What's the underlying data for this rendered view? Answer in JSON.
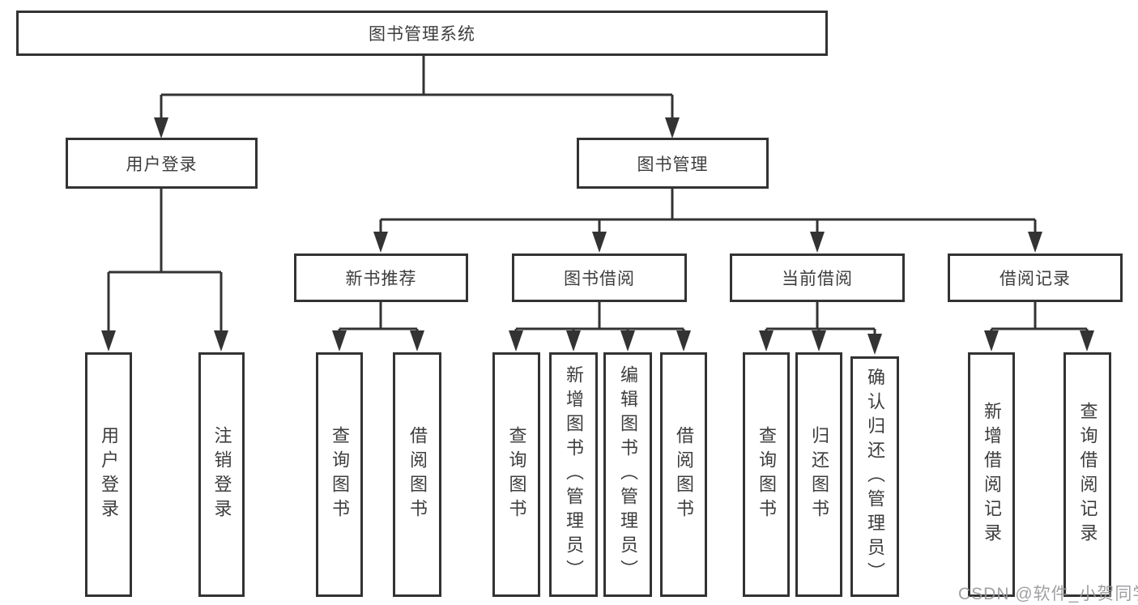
{
  "diagram": {
    "title": "图书管理系统",
    "watermark": "CSDN @软件_小贺同学",
    "colors": {
      "line": "#333333",
      "box_border": "#333333",
      "text": "#3d3d3d",
      "watermark": "#98989c",
      "background": "#ffffff"
    },
    "nodes": {
      "root": {
        "label": "图书管理系统"
      },
      "level2": [
        {
          "label": "用户登录",
          "parent": "图书管理系统"
        },
        {
          "label": "图书管理",
          "parent": "图书管理系统"
        }
      ],
      "level3": [
        {
          "label": "新书推荐",
          "parent": "图书管理"
        },
        {
          "label": "图书借阅",
          "parent": "图书管理"
        },
        {
          "label": "当前借阅",
          "parent": "图书管理"
        },
        {
          "label": "借阅记录",
          "parent": "图书管理"
        }
      ],
      "leaves": [
        {
          "label": "用户登录",
          "parent": "用户登录"
        },
        {
          "label": "注销登录",
          "parent": "用户登录"
        },
        {
          "label": "查询图书",
          "parent": "新书推荐"
        },
        {
          "label": "借阅图书",
          "parent": "新书推荐"
        },
        {
          "label": "查询图书",
          "parent": "图书借阅"
        },
        {
          "label": "新增图书（管理员）",
          "parent": "图书借阅"
        },
        {
          "label": "编辑图书（管理员）",
          "parent": "图书借阅"
        },
        {
          "label": "借阅图书",
          "parent": "图书借阅"
        },
        {
          "label": "查询图书",
          "parent": "当前借阅"
        },
        {
          "label": "归还图书",
          "parent": "当前借阅"
        },
        {
          "label": "确认归还（管理员）",
          "parent": "当前借阅"
        },
        {
          "label": "新增借阅记录",
          "parent": "借阅记录"
        },
        {
          "label": "查询借阅记录",
          "parent": "借阅记录"
        }
      ]
    }
  }
}
